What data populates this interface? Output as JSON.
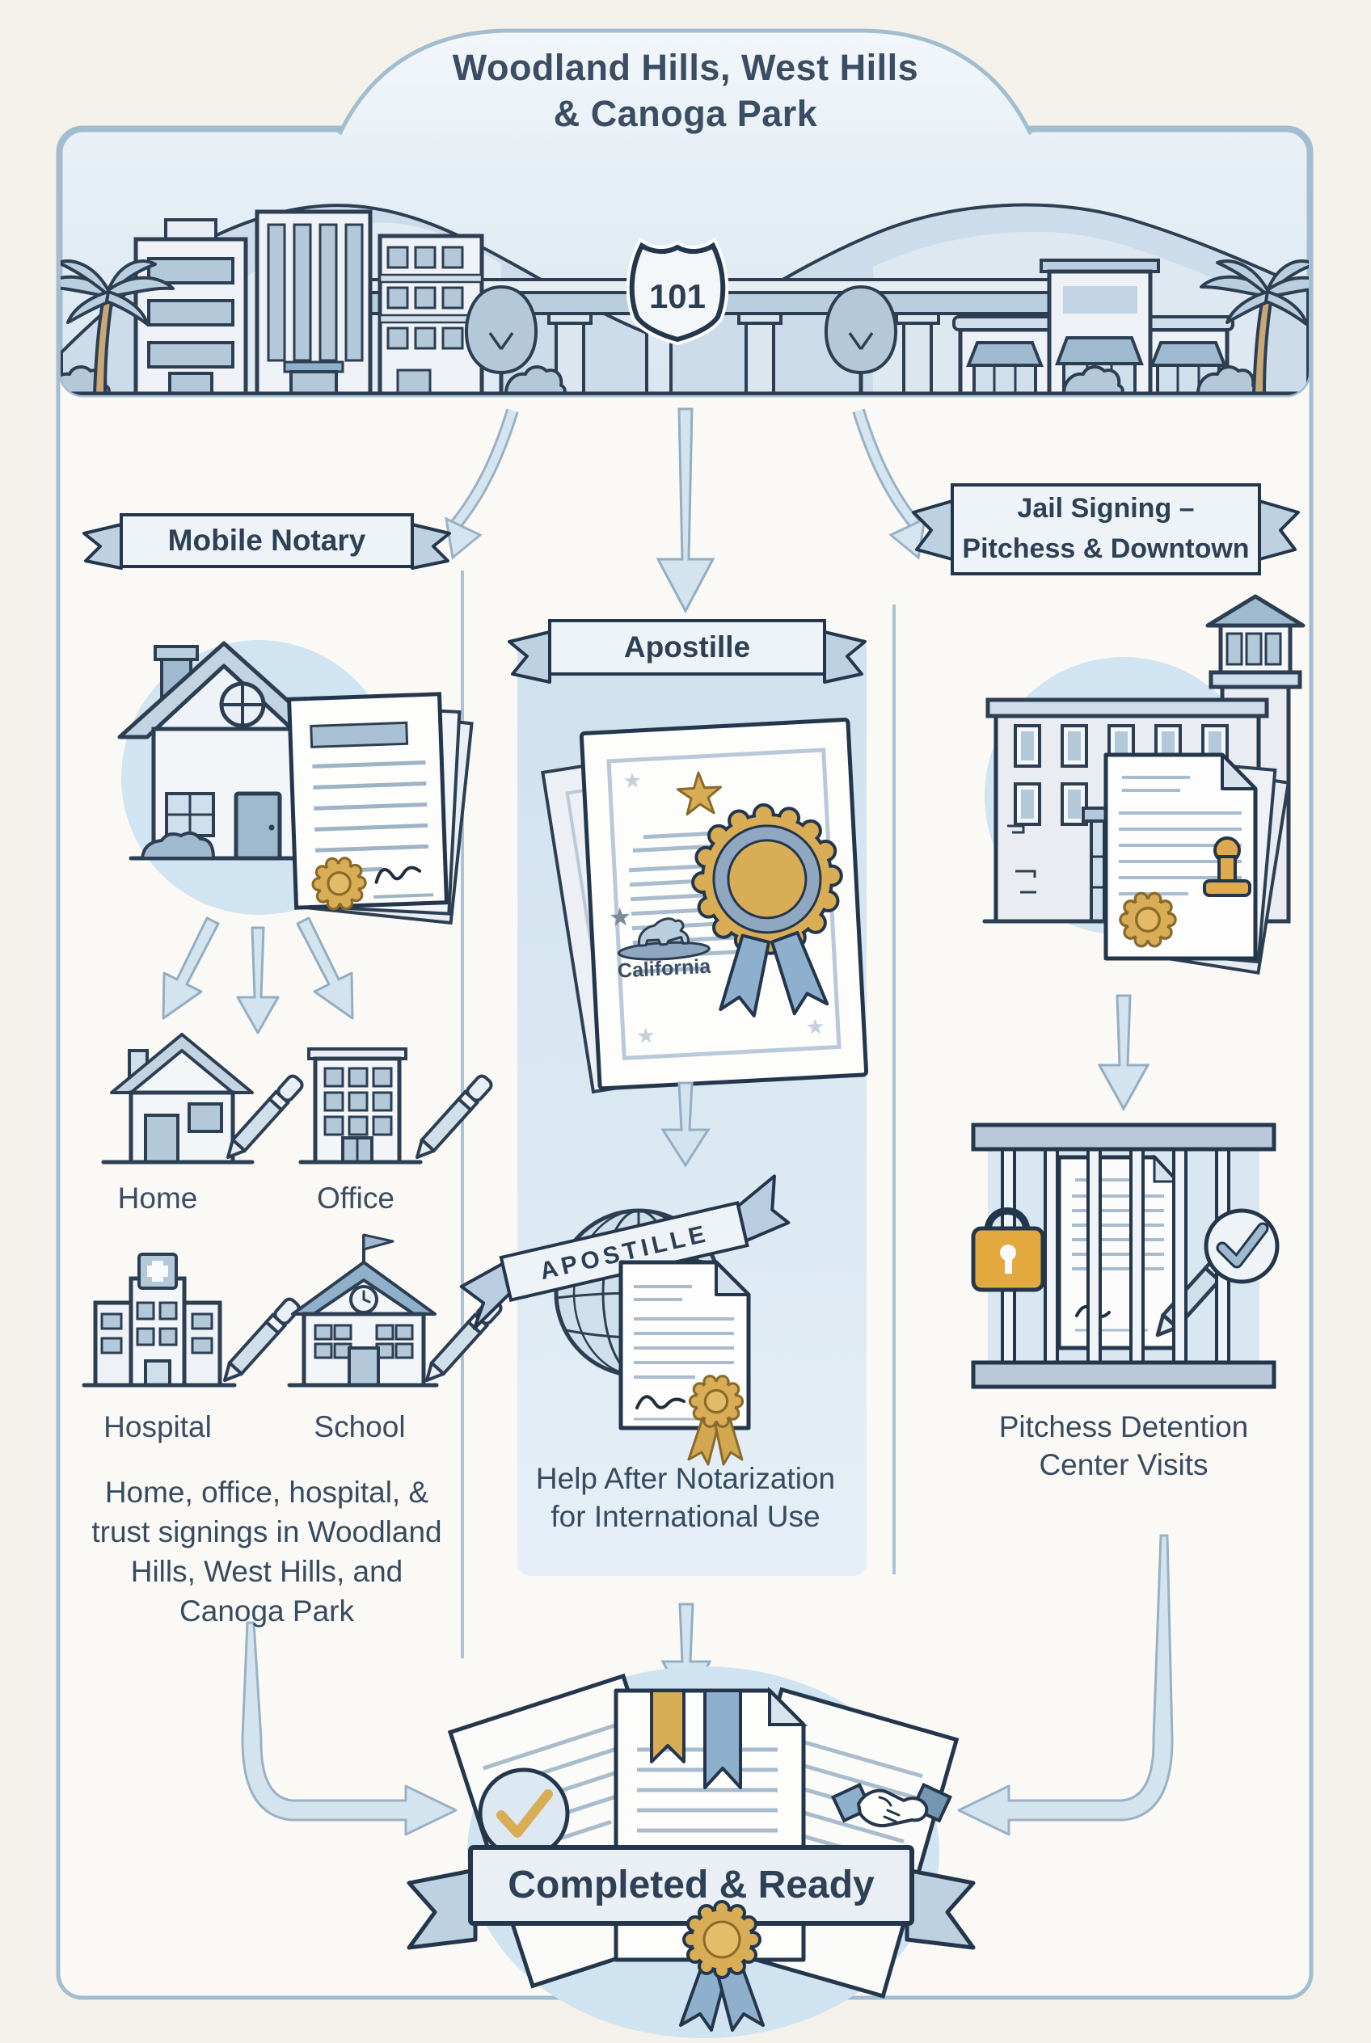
{
  "header": {
    "title_lines": [
      "Woodland Hills, West Hills",
      "& Canoga Park"
    ],
    "freeway_shield": "101"
  },
  "branches": {
    "mobile_notary": {
      "banner_label": "Mobile Notary",
      "location_labels": [
        "Home",
        "Office",
        "Hospital",
        "School"
      ],
      "description_lines": [
        "Home, office, hospital, &",
        "trust signings in Woodland",
        "Hills, West Hills, and",
        "Canoga Park"
      ]
    },
    "apostille": {
      "banner_label": "Apostille",
      "certificate_text": "California",
      "globe_banner_label": "APOSTILLE",
      "description_lines": [
        "Help After Notarization",
        "for International Use"
      ]
    },
    "jail_signing": {
      "banner_lines": [
        "Jail Signing –",
        "Pitchess & Downtown"
      ],
      "description_lines": [
        "Pitchess Detention",
        "Center Visits"
      ]
    }
  },
  "footer": {
    "banner_label": "Completed & Ready"
  },
  "colors": {
    "outline_dark": "#2d3e53",
    "frame_blue": "#a3bdd0",
    "sky": "#e2ecf4",
    "panel_blue": "#d2e3ef",
    "circle_blue": "#d0e4f1",
    "window_blue": "#b3c9da",
    "arrow_fill": "#d3e4ef",
    "gold": "#d9ad56",
    "padlock_gold": "#e2a93e",
    "text": "#3b4d63"
  }
}
